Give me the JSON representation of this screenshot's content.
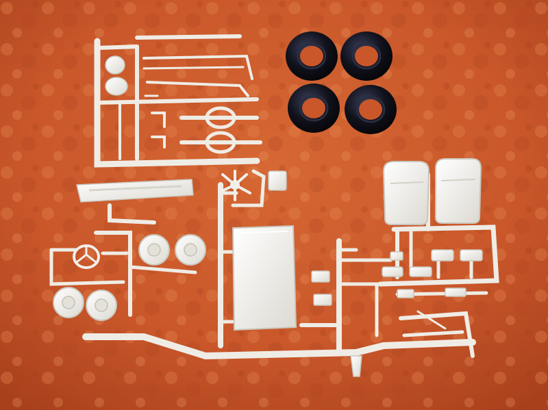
{
  "scene": {
    "description_alt": "",
    "colors": {
      "background": "#c9572a",
      "background_light": "#e07a45",
      "background_dark": "#a8401c",
      "plastic": "#f1efe9",
      "plastic_shadow": "#c9c6bd",
      "tire": "#0b0b14",
      "tire_highlight": "#3a3f5a"
    },
    "objects": [
      "sprue-frame-top-left",
      "sprue-frame-bottom",
      "sprue-frame-right",
      "tire-set",
      "seat-pair",
      "radiator-panel",
      "steering-wheel",
      "wheel-rims"
    ]
  }
}
